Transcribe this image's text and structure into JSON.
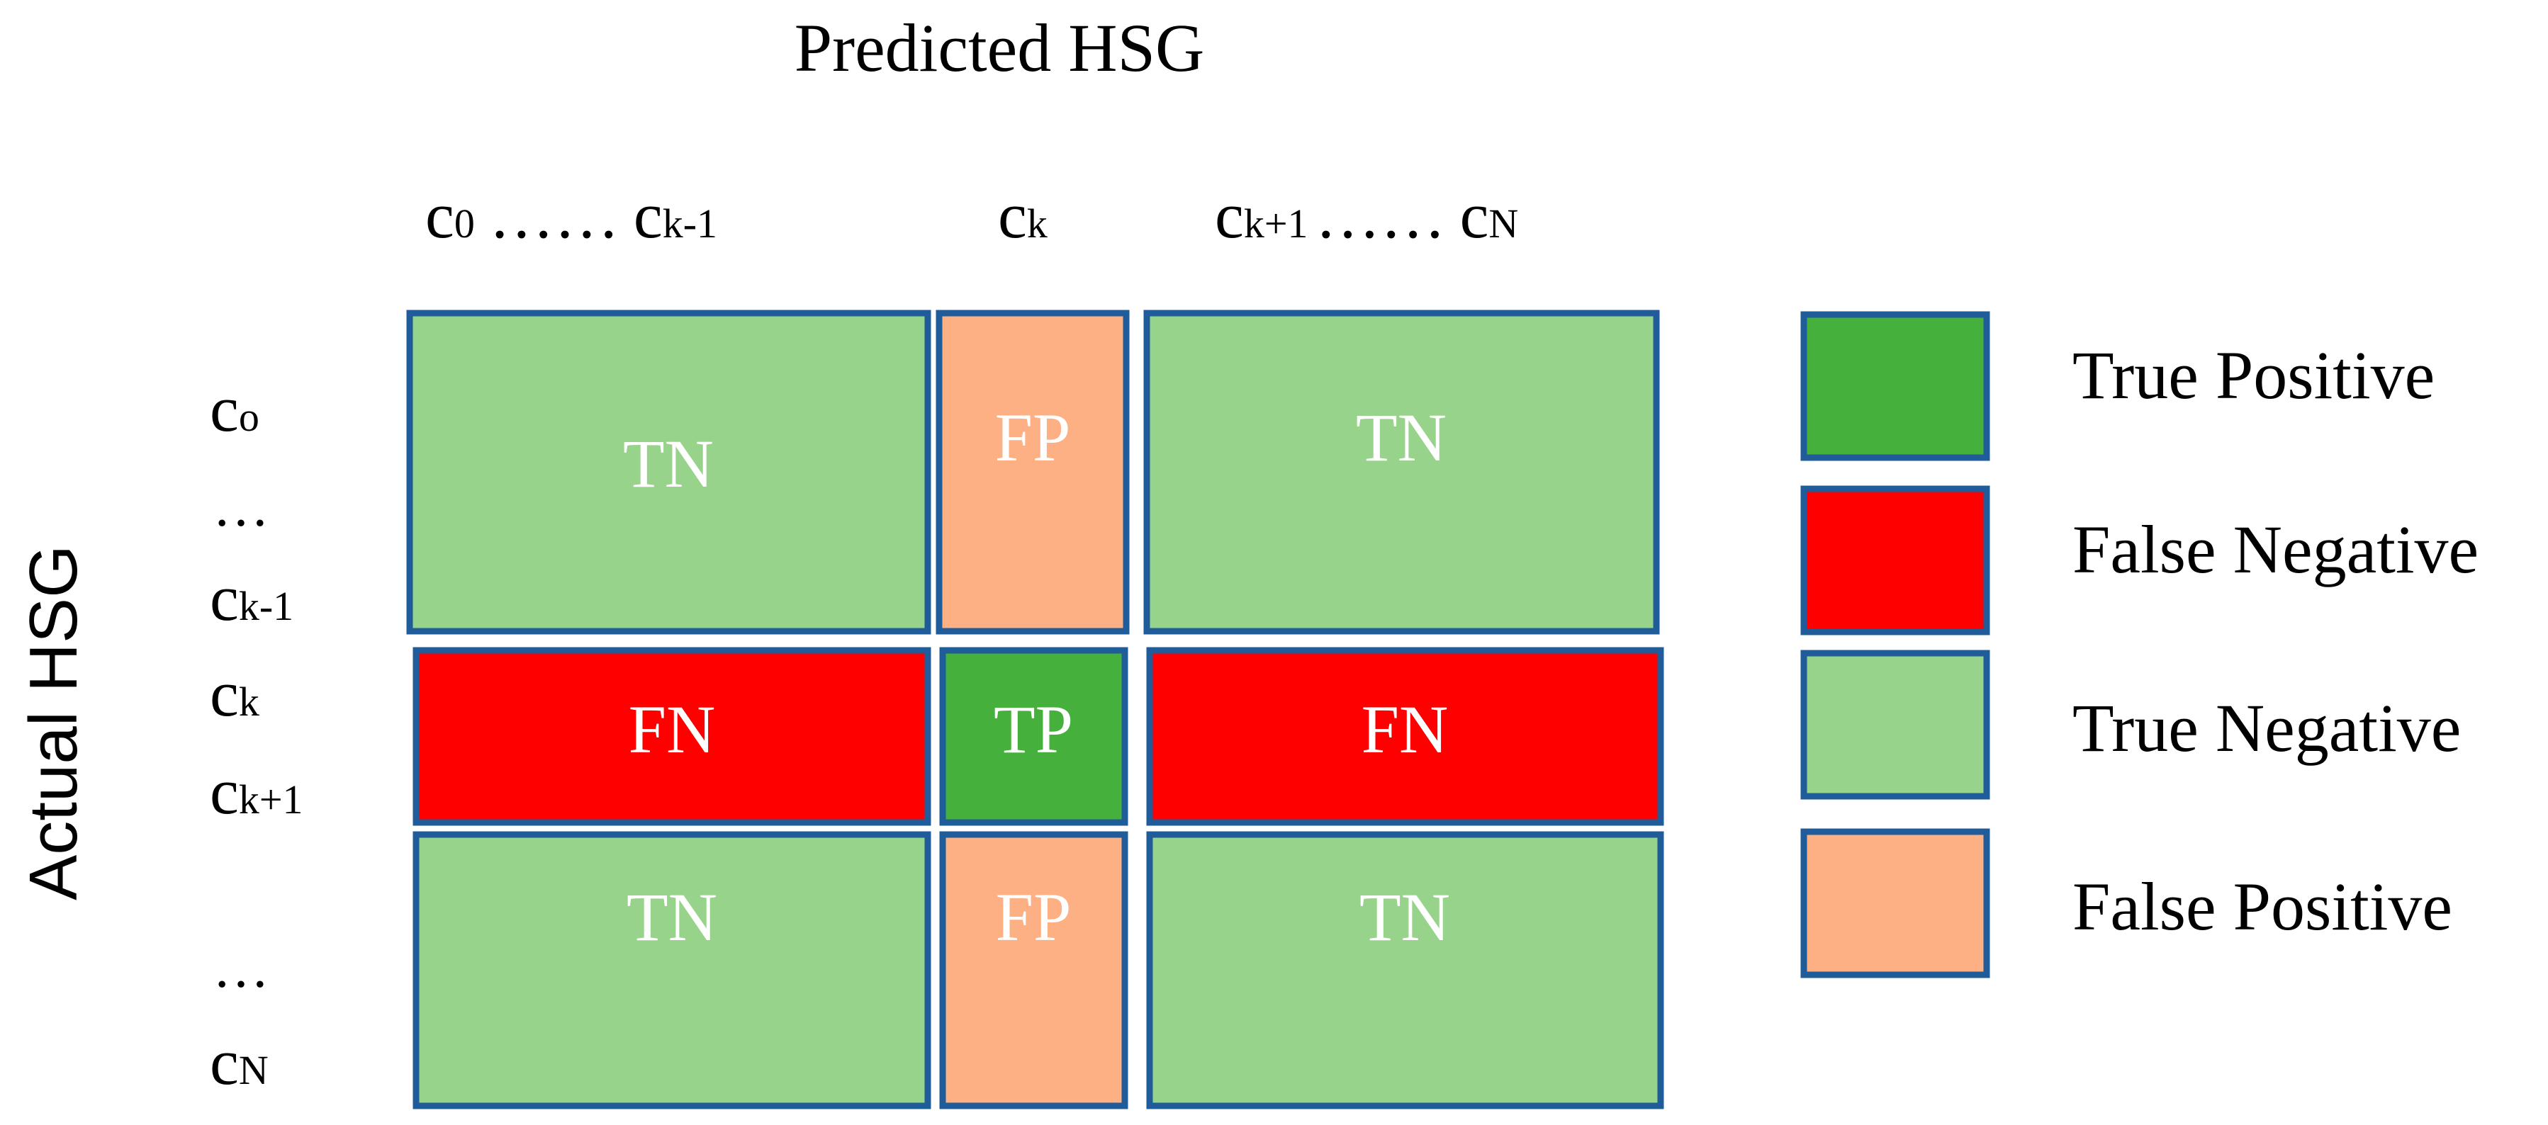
{
  "title_top": "Predicted HSG",
  "title_left": "Actual HSG",
  "columns": [
    {
      "main1": "c",
      "sub1": "0",
      "dots": "……",
      "main2": "c",
      "sub2": "k-1"
    },
    {
      "main1": "c",
      "sub1": "k"
    },
    {
      "main1": "c",
      "sub1": "k+1",
      "dots": "……",
      "main2": "c",
      "sub2": "N"
    }
  ],
  "rows": [
    {
      "main": "c",
      "sub": "o"
    },
    {
      "main": "…",
      "sub": ""
    },
    {
      "main": "c",
      "sub": "k-1"
    },
    {
      "main": "c",
      "sub": "k"
    },
    {
      "main": "c",
      "sub": "k+1"
    },
    {
      "main": "…",
      "sub": ""
    },
    {
      "main": "c",
      "sub": "N"
    }
  ],
  "cells": [
    [
      "TN",
      "FP",
      "TN"
    ],
    [
      "FN",
      "TP",
      "FN"
    ],
    [
      "TN",
      "FP",
      "TN"
    ]
  ],
  "legend": [
    {
      "label": "True Positive",
      "color": "#45b03c"
    },
    {
      "label": "False Negative",
      "color": "#fe0000"
    },
    {
      "label": "True Negative",
      "color": "#97d38a"
    },
    {
      "label": "False Positive",
      "color": "#fdb083"
    }
  ],
  "colors": {
    "TN": "#97d38a",
    "FP": "#fdb083",
    "FN": "#fe0000",
    "TP": "#45b03c",
    "border": "#1f5c99"
  }
}
